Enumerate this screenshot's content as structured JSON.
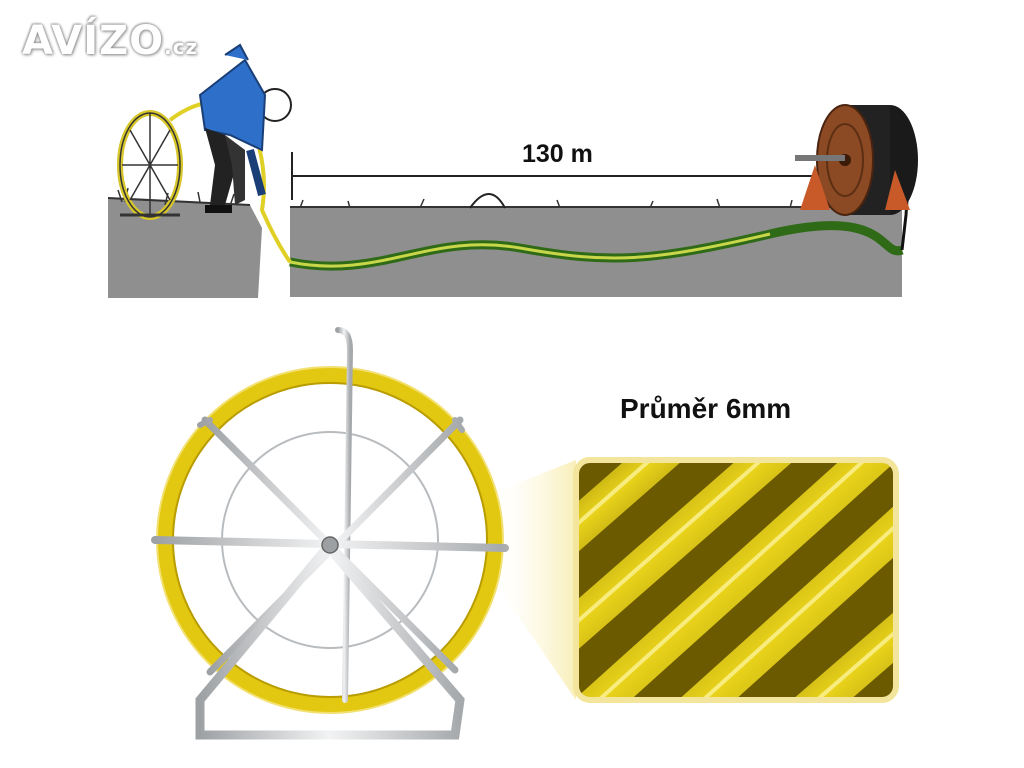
{
  "watermark": {
    "brand": "AVÍZO",
    "suffix": ".cz"
  },
  "diagram": {
    "distance_label": "130 m"
  },
  "detail": {
    "diameter_label": "Průměr 6mm"
  },
  "colors": {
    "rod_yellow": "#e6cc10",
    "cable_green": "#3d7a1e",
    "ground_gray": "#8f8f8f",
    "frame_silver": "#c4c6c8",
    "worker_blue": "#2d6fc9",
    "drum_brown": "#8b4a24"
  }
}
